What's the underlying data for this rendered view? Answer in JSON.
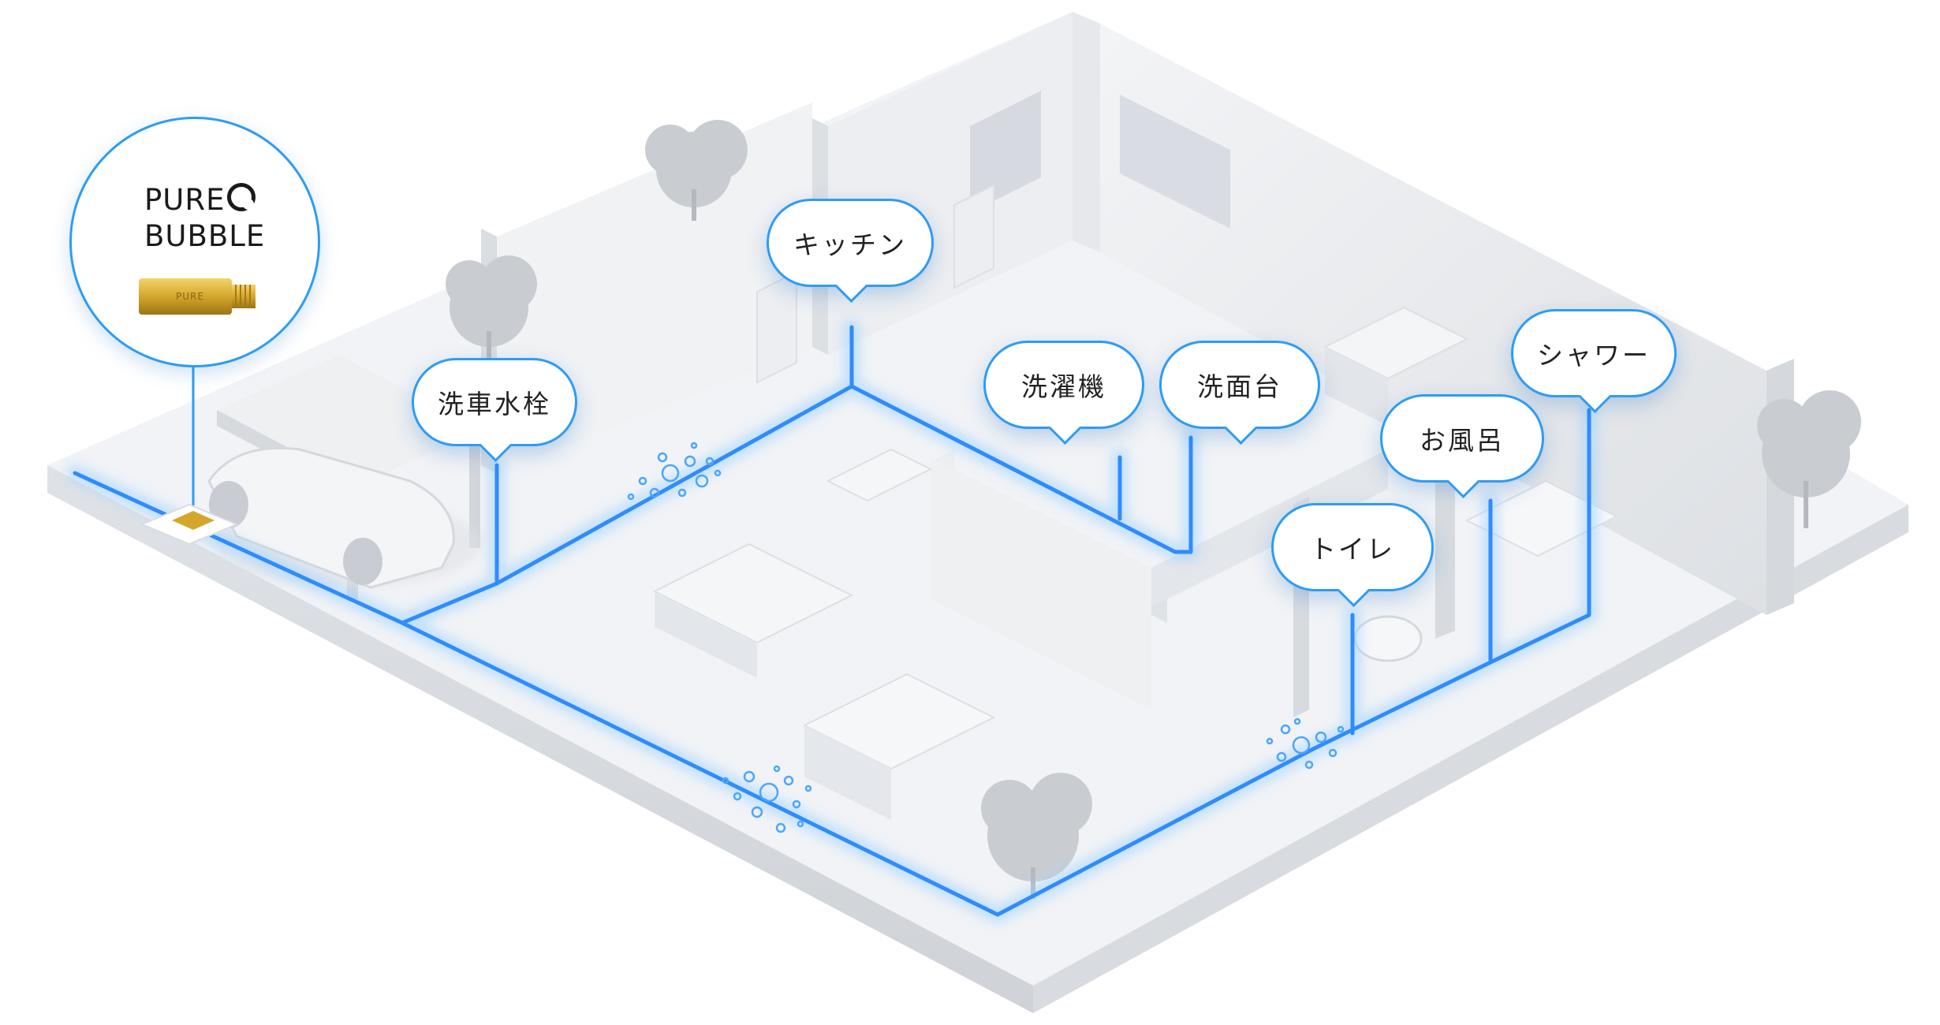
{
  "product": {
    "brand_line1": "PURE",
    "brand_line2": "BUBBLE",
    "image_icon": "brass-nozzle-icon",
    "engraving": "PURE"
  },
  "locations": {
    "car_wash": "洗車水栓",
    "kitchen": "キッチン",
    "washing_machine": "洗濯機",
    "washbasin": "洗面台",
    "shower": "シャワー",
    "bath": "お風呂",
    "toilet": "トイレ"
  },
  "colors": {
    "pipe": "#2f8cff",
    "pipe_glow": "#9fd2ff",
    "bubble_border": "#2d9cf5",
    "floor": "#f1f3f6",
    "wall": "#e4e7eb",
    "brass": "#d4a72c"
  }
}
